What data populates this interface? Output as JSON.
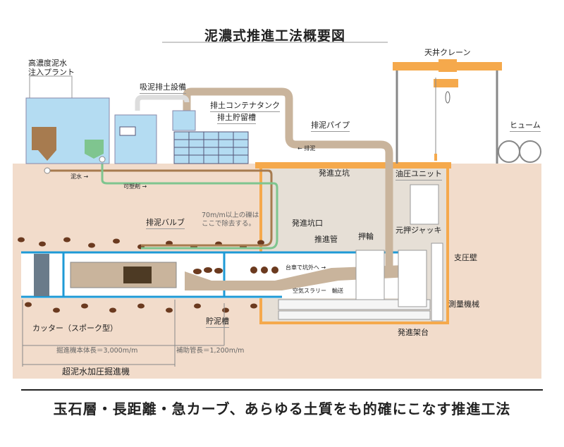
{
  "title": "泥濃式推進工法概要図",
  "tagline": "玉石層・長距離・急カーブ、あらゆる土質をも的確にこなす推進工法",
  "labels": {
    "plant_line1": "高濃度泥水",
    "plant_line2": "注入プラント",
    "suction": "吸泥排土設備",
    "container": "排土コンテナタンク",
    "storage": "排土貯留槽",
    "crane": "天井クレーン",
    "mud_pipe": "排泥パイプ",
    "discharge": "← 排泥",
    "hume": "ヒューム",
    "mud_water": "泥水 →",
    "plasticizer": "可塑剤 →",
    "shaft": "発進立坑",
    "hydraulic": "油圧ユニット",
    "valve": "排泥バルブ",
    "gravel_note1": "70m/m以上の礫は",
    "gravel_note2": "ここで除去する。",
    "entrance": "発進坑口",
    "push_pipe": "推進管",
    "push_ring": "押輪",
    "jack": "元押ジャッキ",
    "wall": "支圧壁",
    "cart": "台車で坑外へ →",
    "air_slurry": "空気スラリー　輸送",
    "survey": "測量機械",
    "mud_tank": "貯泥槽",
    "frame": "発進架台",
    "cutter": "カッター（スポーク型）",
    "body_len": "掘進機本体長＝3,000m/m",
    "aux_len": "補助管長＝1,200m/m",
    "machine": "超泥水加圧掘進機"
  },
  "colors": {
    "ground": "#f2dccb",
    "shaft": "#e6dfd6",
    "water": "#b4dcf2",
    "orange": "#f5a94c",
    "mud": "#c9b49c",
    "stone": "#6b3a1f",
    "pipe_blue": "#1e9ad6",
    "green": "#7fc58f"
  }
}
